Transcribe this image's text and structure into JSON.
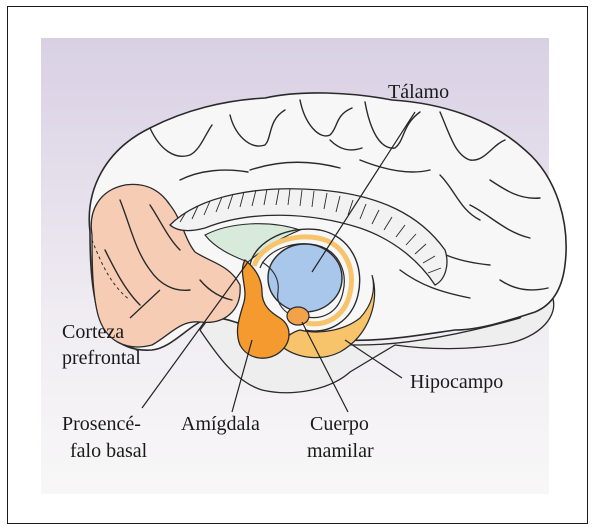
{
  "labels": {
    "talamo": "Tálamo",
    "corteza_line1": "Corteza",
    "corteza_line2": "prefrontal",
    "hipocampo": "Hipocampo",
    "prosencefalo_line1": "Prosencé-",
    "prosencefalo_line2": "falo basal",
    "amigdala": "Amígdala",
    "cuerpo_line1": "Cuerpo",
    "cuerpo_line2": "mamilar"
  },
  "colors": {
    "background_top": "#d9d0e4",
    "brain": "#f7f7f7",
    "cerebellum_stem": "#eeeeee",
    "prefrontal_cortex": "#f6ccb5",
    "thalamus": "#a9c6eb",
    "amygdala": "#f49a2e",
    "hippocampus": "#f7c46c",
    "basal_forebrain": "#d8ead9",
    "outline": "#2a2a2a"
  }
}
